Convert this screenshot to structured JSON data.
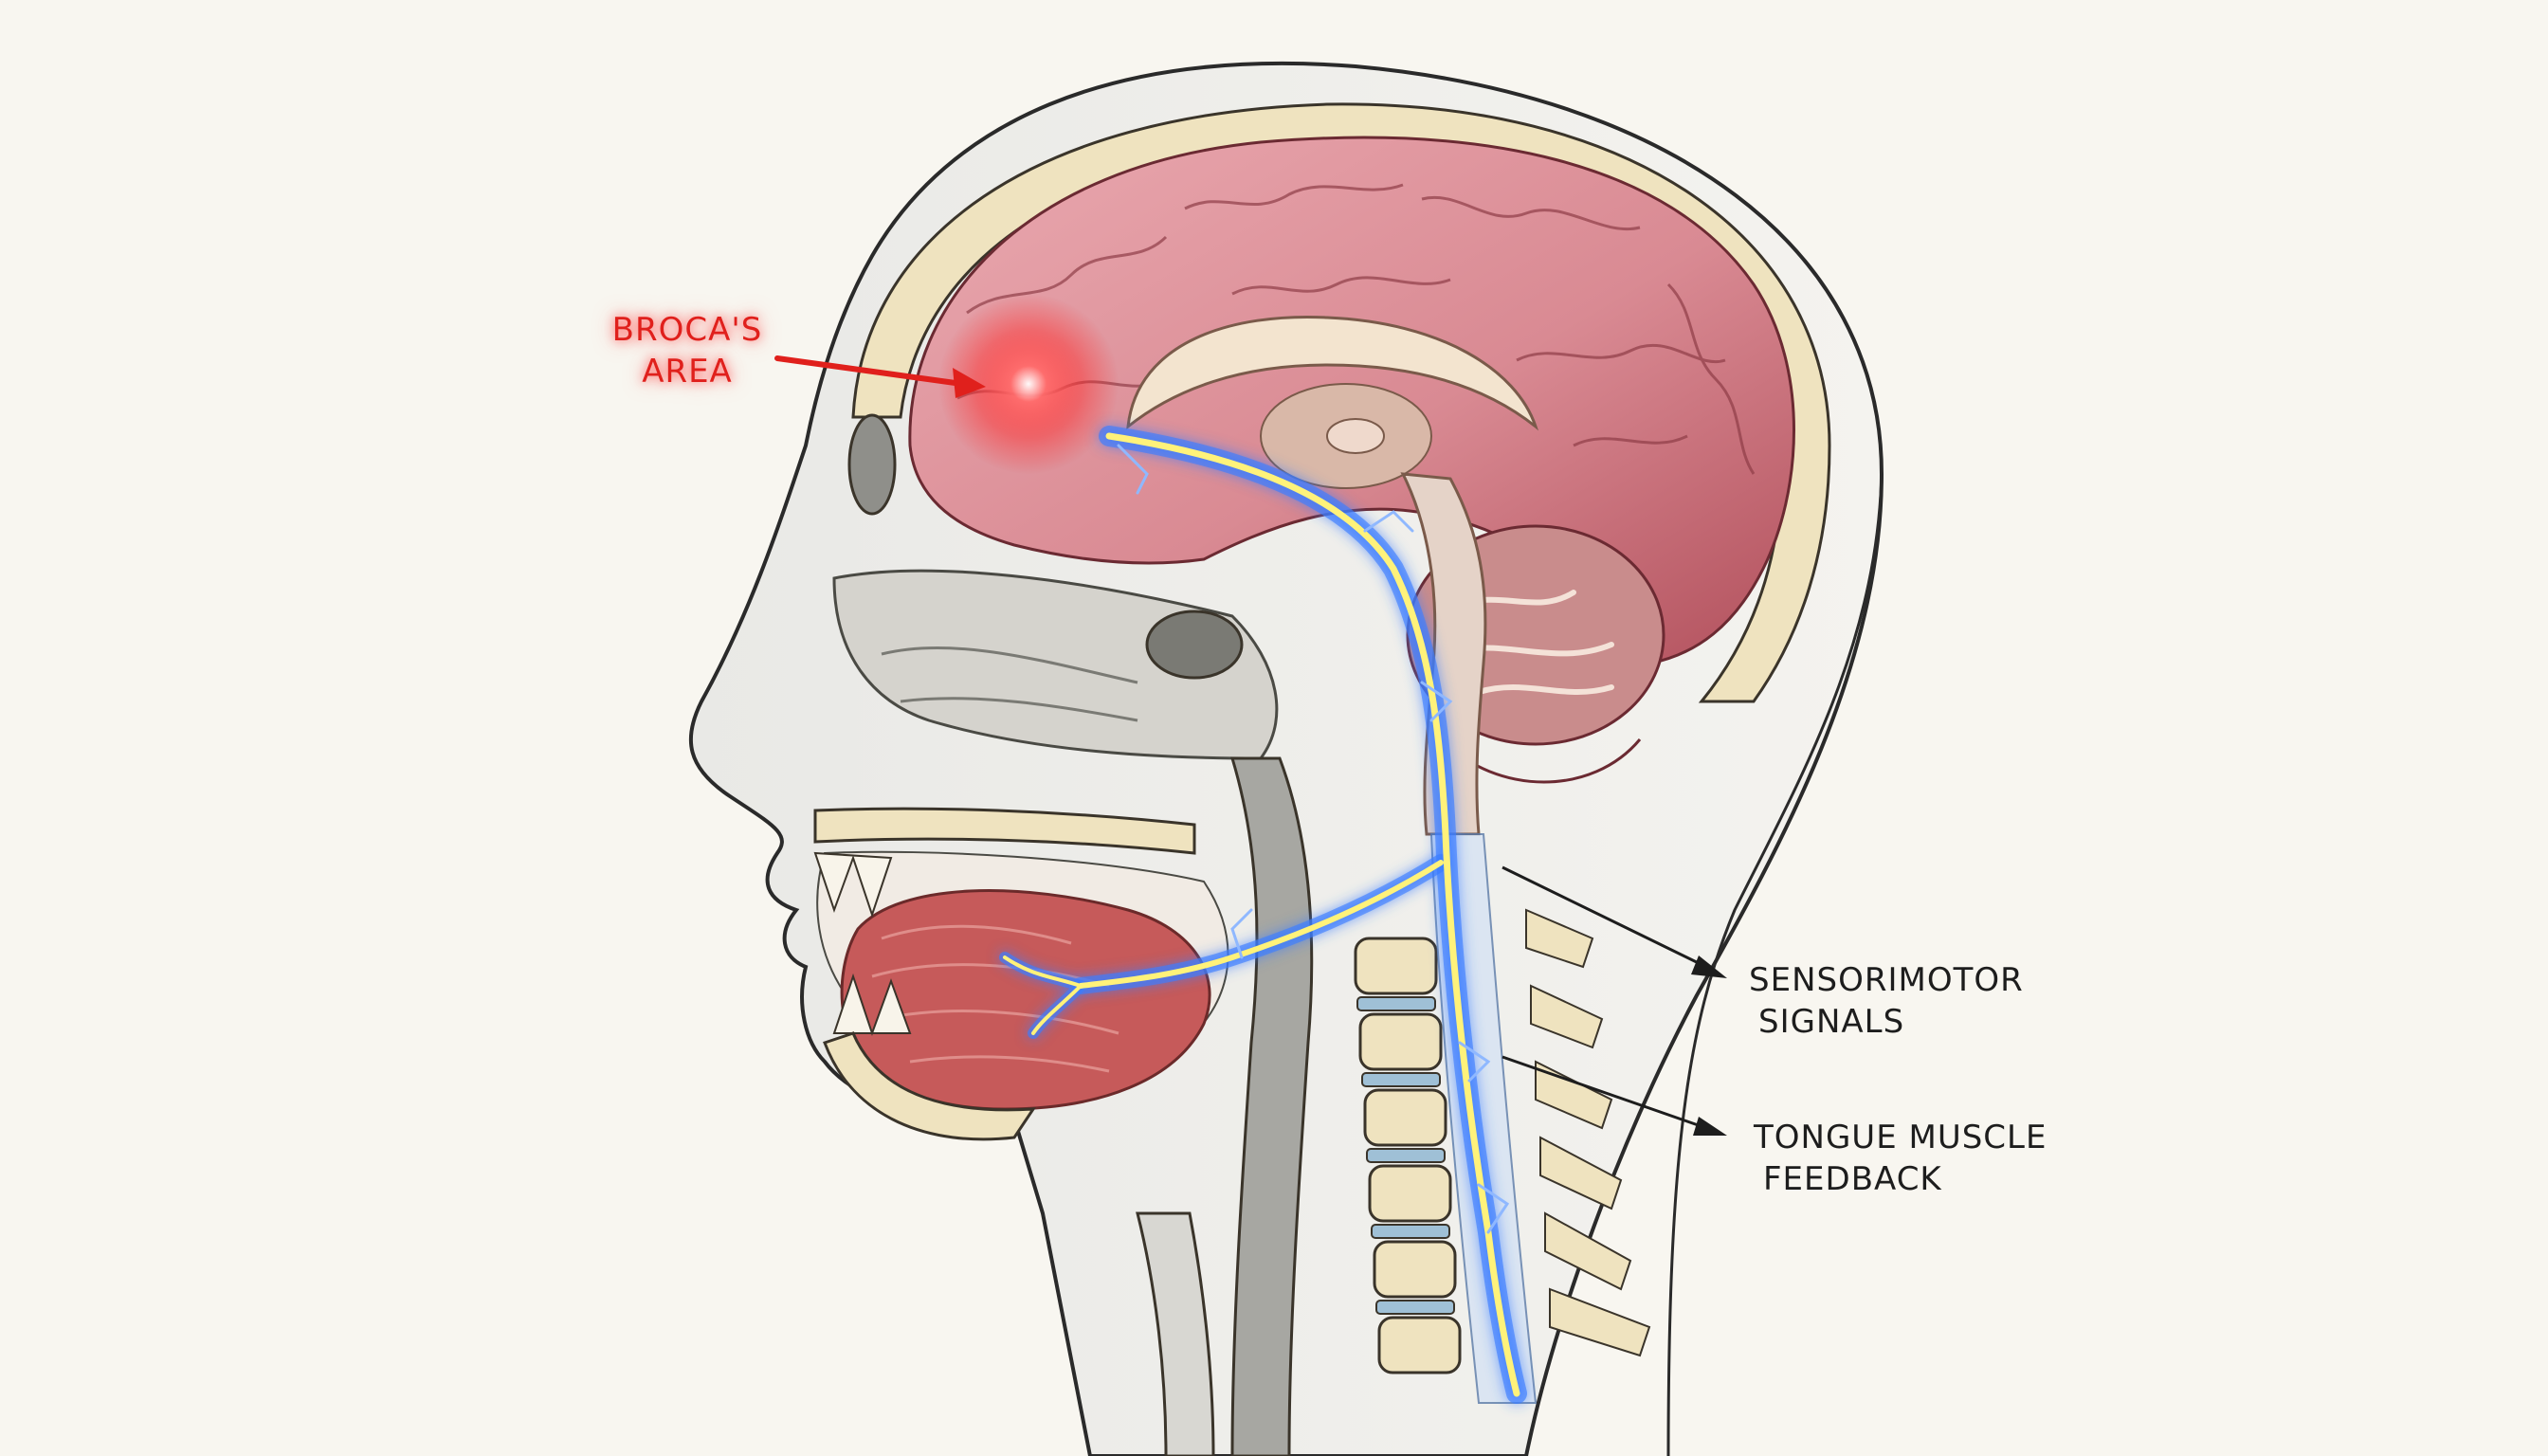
{
  "labels": {
    "broca": {
      "line1": "BROCA'S",
      "line2": "AREA"
    },
    "sensorimotor": {
      "line1": "SENSORIMOTOR",
      "line2": "SIGNALS"
    },
    "tongue": {
      "line1": "TONGUE MUSCLE",
      "line2": "FEEDBACK"
    }
  },
  "colors": {
    "background": "#f8f6f0",
    "highlight": "#e0201c",
    "brain": "#d98a93",
    "nerve_core": "#fff27a",
    "nerve_glow": "#3a7dff",
    "bone": "#efe3bf",
    "tongue": "#c65a5a"
  }
}
